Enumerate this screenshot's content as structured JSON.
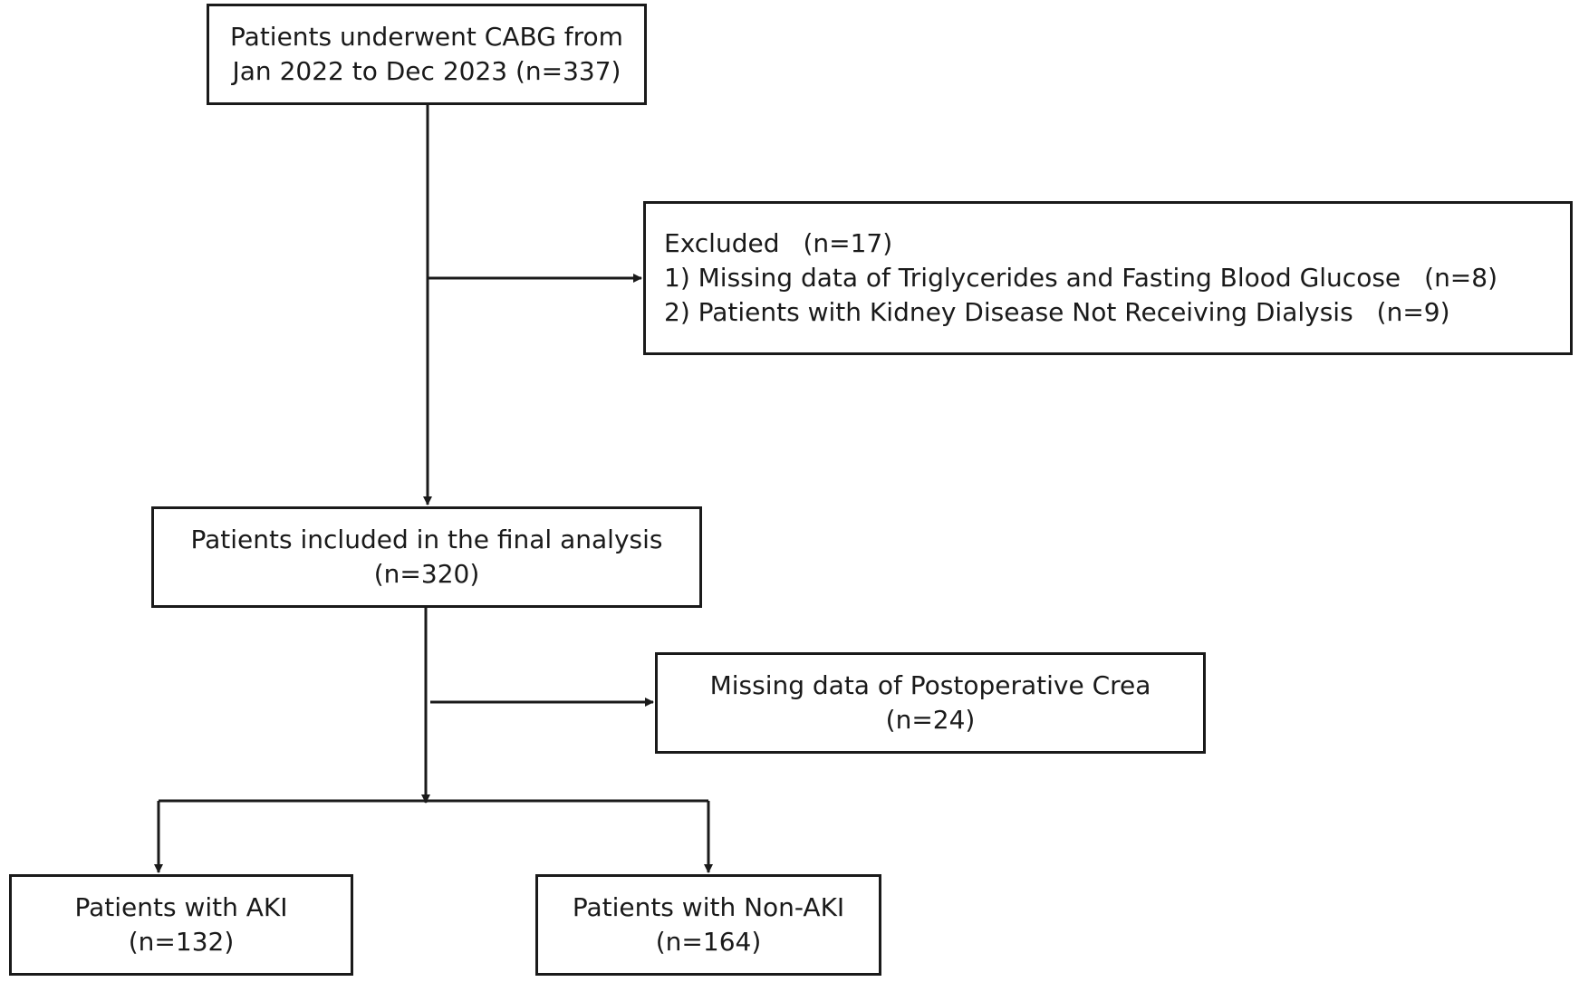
{
  "flowchart": {
    "start": {
      "line1": "Patients underwent CABG from",
      "line2": "Jan 2022 to Dec 2023 (n=337)"
    },
    "excluded": {
      "heading": "Excluded",
      "heading_count": "(n=17)",
      "reasons": [
        {
          "label": "1) Missing data of Triglycerides and Fasting Blood Glucose",
          "count": "(n=8)"
        },
        {
          "label": "2) Patients with Kidney Disease Not Receiving Dialysis",
          "count": "(n=9)"
        }
      ]
    },
    "included": {
      "line1": "Patients included in the final analysis",
      "line2": "(n=320)"
    },
    "missing_crea": {
      "line1": "Missing data of Postoperative Crea",
      "line2": "(n=24)"
    },
    "aki": {
      "line1": "Patients with AKI",
      "line2": "(n=132)"
    },
    "non_aki": {
      "line1": "Patients with Non-AKI",
      "line2": "(n=164)"
    }
  }
}
